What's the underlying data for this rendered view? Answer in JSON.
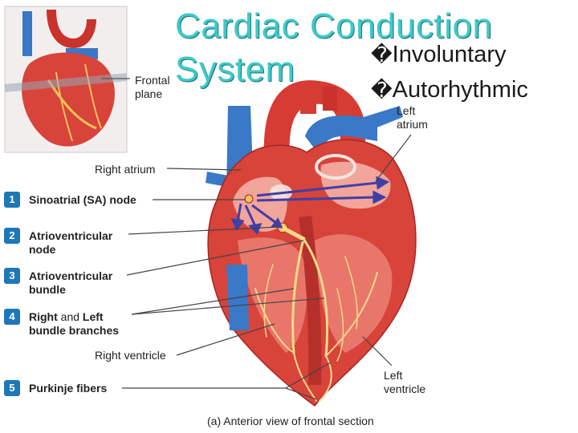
{
  "slide": {
    "title_line1": "Cardiac Conduction",
    "title_line2": "System",
    "bullets": [
      "Involuntary",
      "Autorhythmic"
    ],
    "bullet_marker": "�"
  },
  "inset": {
    "label": "Frontal\nplane"
  },
  "labels": {
    "left_atrium": "Left\natrium",
    "right_atrium": "Right atrium",
    "right_ventricle": "Right ventricle",
    "left_ventricle": "Left\nventricle"
  },
  "steps": [
    {
      "number": "1",
      "text": "Sinoatrial (SA) node"
    },
    {
      "number": "2",
      "text": "Atrioventricular\nnode"
    },
    {
      "number": "3",
      "text": "Atrioventricular\nbundle"
    },
    {
      "number": "4",
      "text_a": "Right",
      "text_b": " and ",
      "text_c": "Left",
      "text_d": "\nbundle branches"
    },
    {
      "number": "5",
      "text": "Purkinje fibers"
    }
  ],
  "caption": "(a) Anterior view of frontal section",
  "colors": {
    "title": "#3fc9c9",
    "step_badge": "#1e78b8",
    "myocardium": "#d8433a",
    "vein": "#3a78c8",
    "conduction": "#f5d98a",
    "impulse_arrow": "#3f3fa8"
  }
}
